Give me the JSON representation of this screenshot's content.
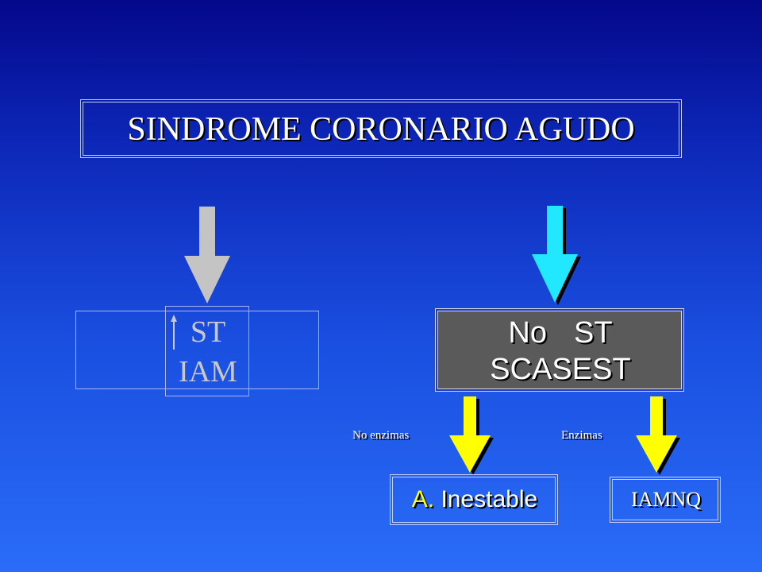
{
  "title": "SINDROME CORONARIO AGUDO",
  "left_block": {
    "line1": "ST",
    "line2": "IAM"
  },
  "right_block": {
    "line1_prefix": "No",
    "line1_suffix": "ST",
    "line2": "SCASEST"
  },
  "branches": {
    "left_label": "No enzimas",
    "right_label": "Enzimas"
  },
  "outcomes": {
    "angina_prefix": "A.",
    "angina_rest": " Inestable",
    "iamnq": "IAMNQ"
  },
  "colors": {
    "gray_arrow": "#c4c4c4",
    "cyan_arrow": "#22e8ff",
    "yellow_arrow": "#ffff00",
    "dark_box": "#5a5a5a"
  }
}
